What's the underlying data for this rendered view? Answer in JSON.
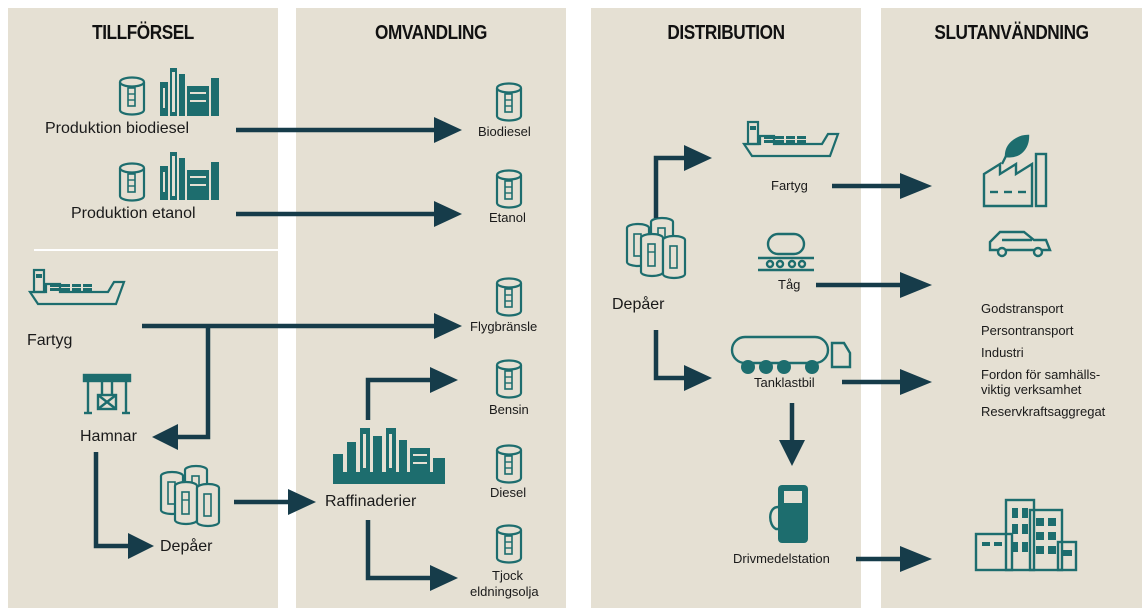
{
  "colors": {
    "panel": "#e5e0d3",
    "arrow": "#163c4a",
    "icon": "#1d6d6e",
    "divider": "#ffffff"
  },
  "columns": [
    "TILLFÖRSEL",
    "OMVANDLING",
    "DISTRIBUTION",
    "SLUTANVÄNDNING"
  ],
  "supply": {
    "prod_biodiesel": "Produktion biodiesel",
    "prod_etanol": "Produktion etanol",
    "ship": "Fartyg",
    "harbour": "Hamnar",
    "depot": "Depåer"
  },
  "conversion": {
    "biodiesel": "Biodiesel",
    "etanol": "Etanol",
    "jetfuel": "Flygbränsle",
    "refinery": "Raffinaderier",
    "bensin": "Bensin",
    "diesel": "Diesel",
    "heating_oil": [
      "Tjock",
      "eldningsolja"
    ]
  },
  "distribution": {
    "depot": "Depåer",
    "ship": "Fartyg",
    "train": "Tåg",
    "truck": "Tanklastbil",
    "station": "Drivmedelstation"
  },
  "end_use": {
    "uses": [
      "Godstransport",
      "Persontransport",
      "Industri",
      "Fordon för samhälls-",
      "viktig verksamhet",
      "Reservkraftsaggregat"
    ]
  },
  "icons": [
    "tank-icon",
    "factory-icon",
    "ship-icon",
    "crane-icon",
    "depot-icon",
    "refinery-icon",
    "train-icon",
    "truck-icon",
    "fuel-pump-icon",
    "green-factory-icon",
    "car-icon",
    "buildings-icon"
  ]
}
